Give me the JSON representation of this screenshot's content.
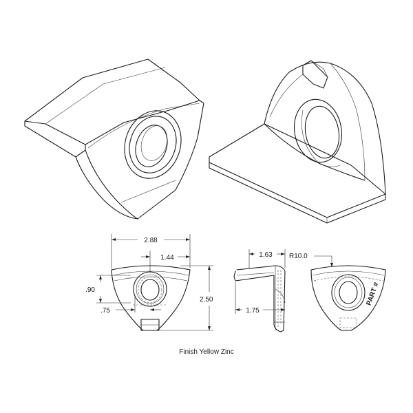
{
  "drawing": {
    "dimensions": {
      "overall_width": "2.88",
      "half_width": "1.44",
      "slot_height": ".90",
      "slot_offset": ".75",
      "overall_height": "2.50",
      "flange_depth": "1.63",
      "side_depth": "1.75",
      "radius": "R10.0"
    },
    "part_marking": "PART #",
    "finish_note": "Finish Yellow Zinc"
  }
}
